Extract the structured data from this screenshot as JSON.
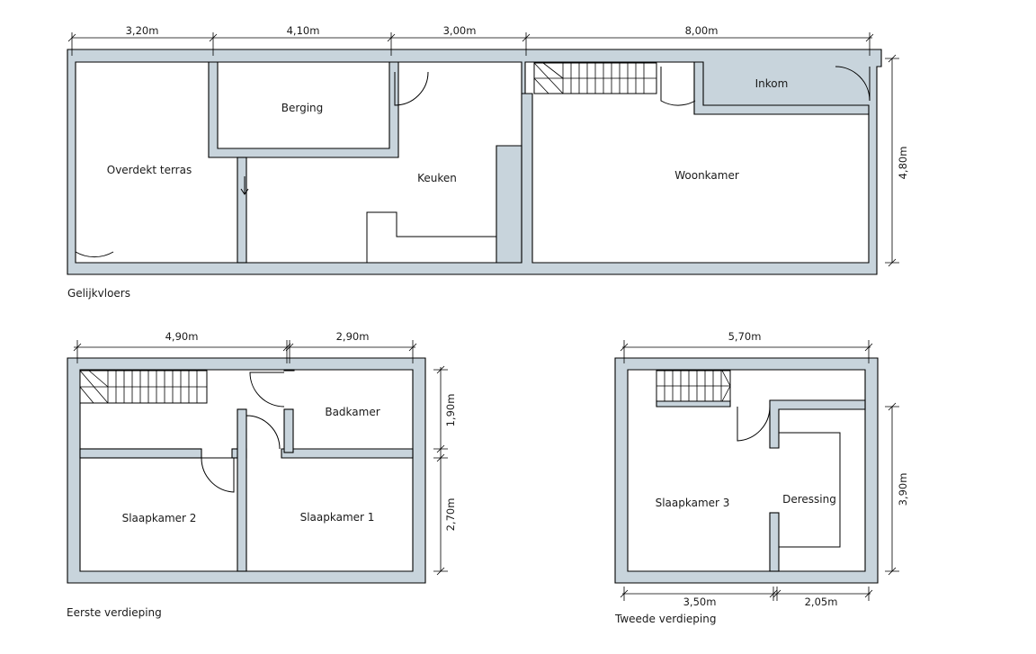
{
  "colors": {
    "wall_fill": "#c8d4dc",
    "line": "#000000",
    "background": "#ffffff"
  },
  "floors": [
    {
      "title": "Gelijkvloers",
      "rooms": [
        "Overdekt terras",
        "Berging",
        "Keuken",
        "Woonkamer",
        "Inkom"
      ],
      "dimensions": [
        "3,20m",
        "4,10m",
        "3,00m",
        "8,00m",
        "4,80m"
      ]
    },
    {
      "title": "Eerste verdieping",
      "rooms": [
        "Badkamer",
        "Slaapkamer 2",
        "Slaapkamer 1"
      ],
      "dimensions": [
        "4,90m",
        "2,90m",
        "1,90m",
        "2,70m"
      ]
    },
    {
      "title": "Tweede verdieping",
      "rooms": [
        "Slaapkamer 3",
        "Deressing"
      ],
      "dimensions": [
        "5,70m",
        "3,90m",
        "3,50m",
        "2,05m"
      ]
    }
  ]
}
